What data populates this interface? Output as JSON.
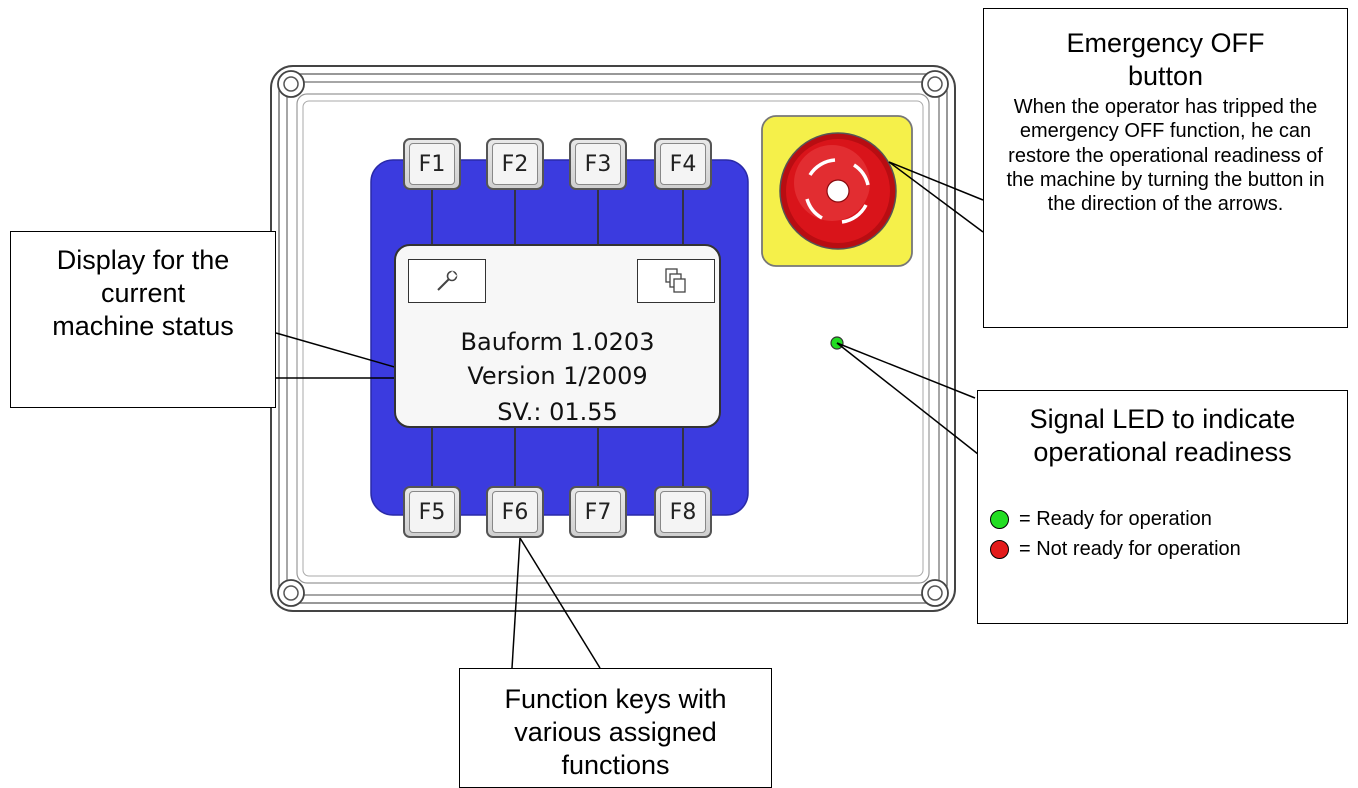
{
  "display": {
    "line1": "Bauform 1.0203",
    "line2": "Version 1/2009",
    "line3": "SV.: 01.55",
    "left_icon": "wrench-icon",
    "right_icon": "copy-pages-icon"
  },
  "function_keys": {
    "top": [
      "F1",
      "F2",
      "F3",
      "F4"
    ],
    "bottom": [
      "F5",
      "F6",
      "F7",
      "F8"
    ]
  },
  "callouts": {
    "emergency": {
      "title": "Emergency OFF button",
      "body": "When the operator has tripped the emergency OFF function, he can restore the operational readiness of the machine by turning the button in the direction of the arrows."
    },
    "display_status": {
      "text": "Display for the current machine status"
    },
    "led": {
      "title": "Signal LED to indicate operational readiness",
      "ready": "= Ready for operation",
      "not_ready": "= Not ready for operation"
    },
    "function_keys": {
      "text": "Function keys with various assigned functions"
    }
  },
  "colors": {
    "panel_blue": "#3b3bdf",
    "emergency_yellow": "#f5f04a",
    "emergency_red": "#d9141a",
    "led_green": "#22dd22",
    "led_red": "#e31b1b"
  }
}
